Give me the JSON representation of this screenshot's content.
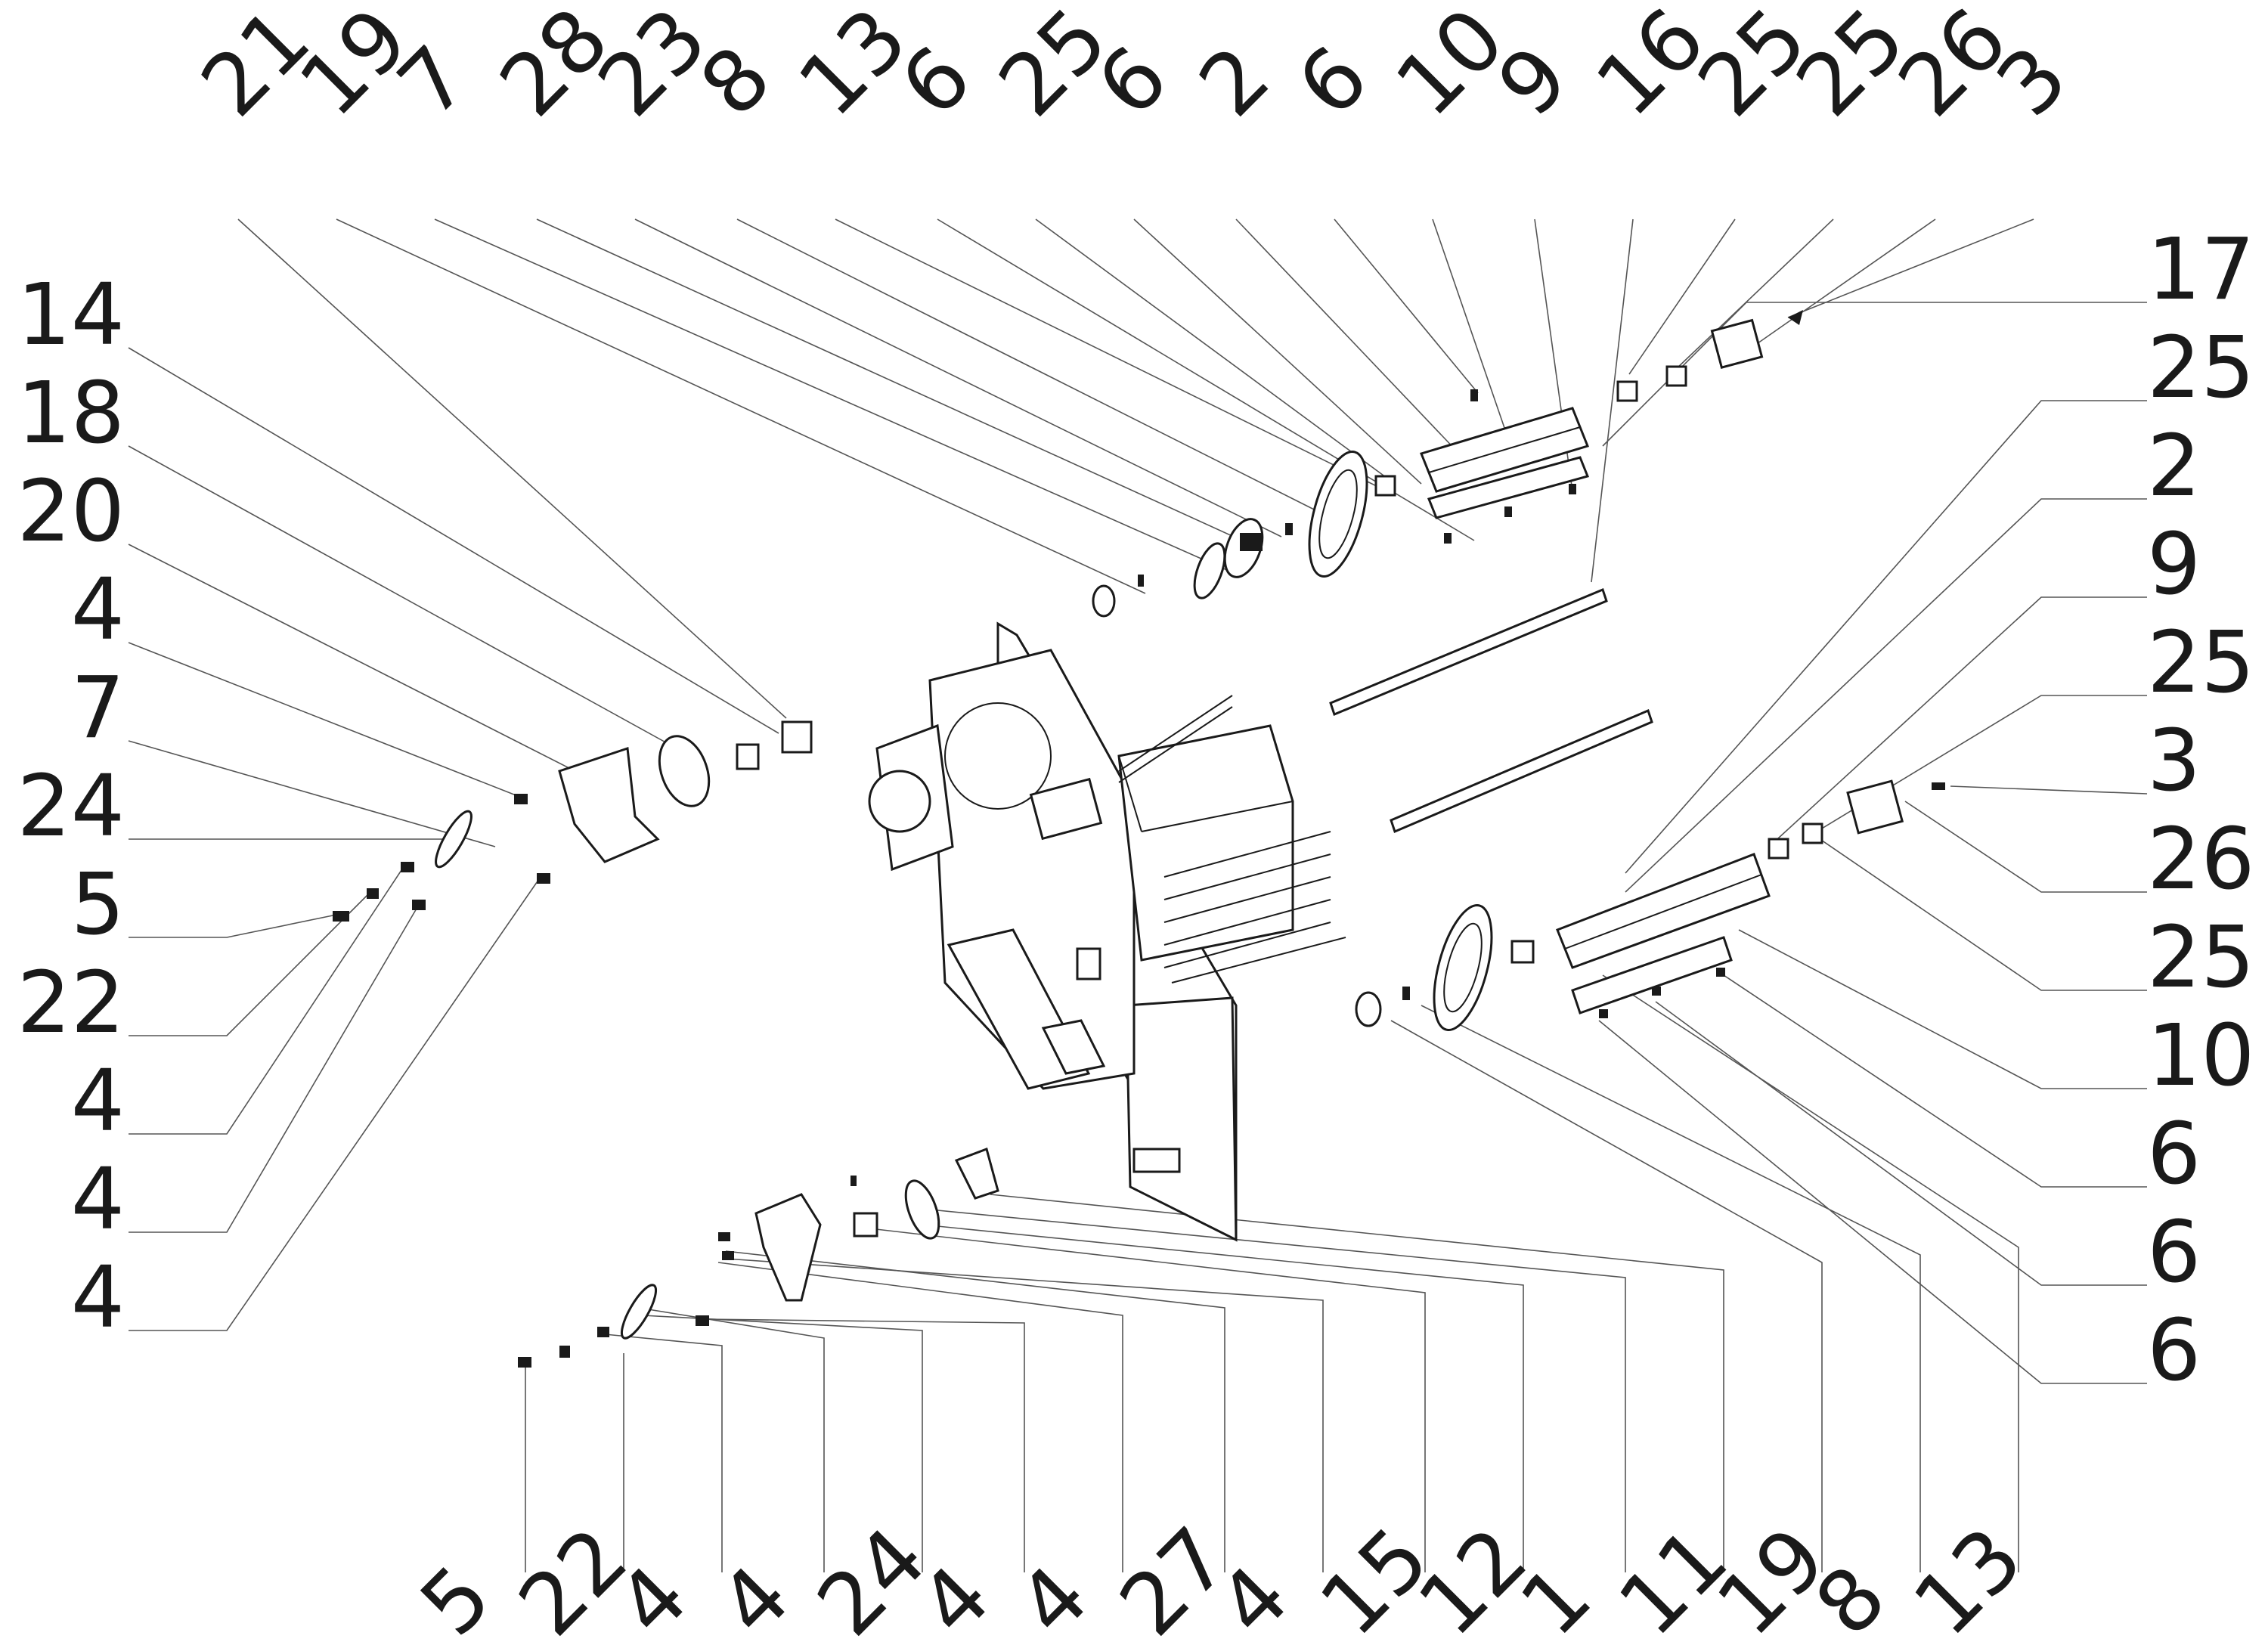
{
  "callouts": {
    "top": [
      "21",
      "19",
      "7",
      "28",
      "23",
      "8",
      "13",
      "6",
      "25",
      "6",
      "2",
      "6",
      "10",
      "9",
      "16",
      "25",
      "25",
      "26",
      "3"
    ],
    "left": [
      "14",
      "18",
      "20",
      "4",
      "7",
      "24",
      "5",
      "22",
      "4",
      "4",
      "4"
    ],
    "right": [
      "17",
      "25",
      "2",
      "9",
      "25",
      "3",
      "26",
      "25",
      "10",
      "6",
      "6",
      "6"
    ],
    "bottom": [
      "5",
      "22",
      "4",
      "4",
      "24",
      "4",
      "4",
      "27",
      "4",
      "15",
      "12",
      "1",
      "11",
      "19",
      "8",
      "13"
    ]
  }
}
